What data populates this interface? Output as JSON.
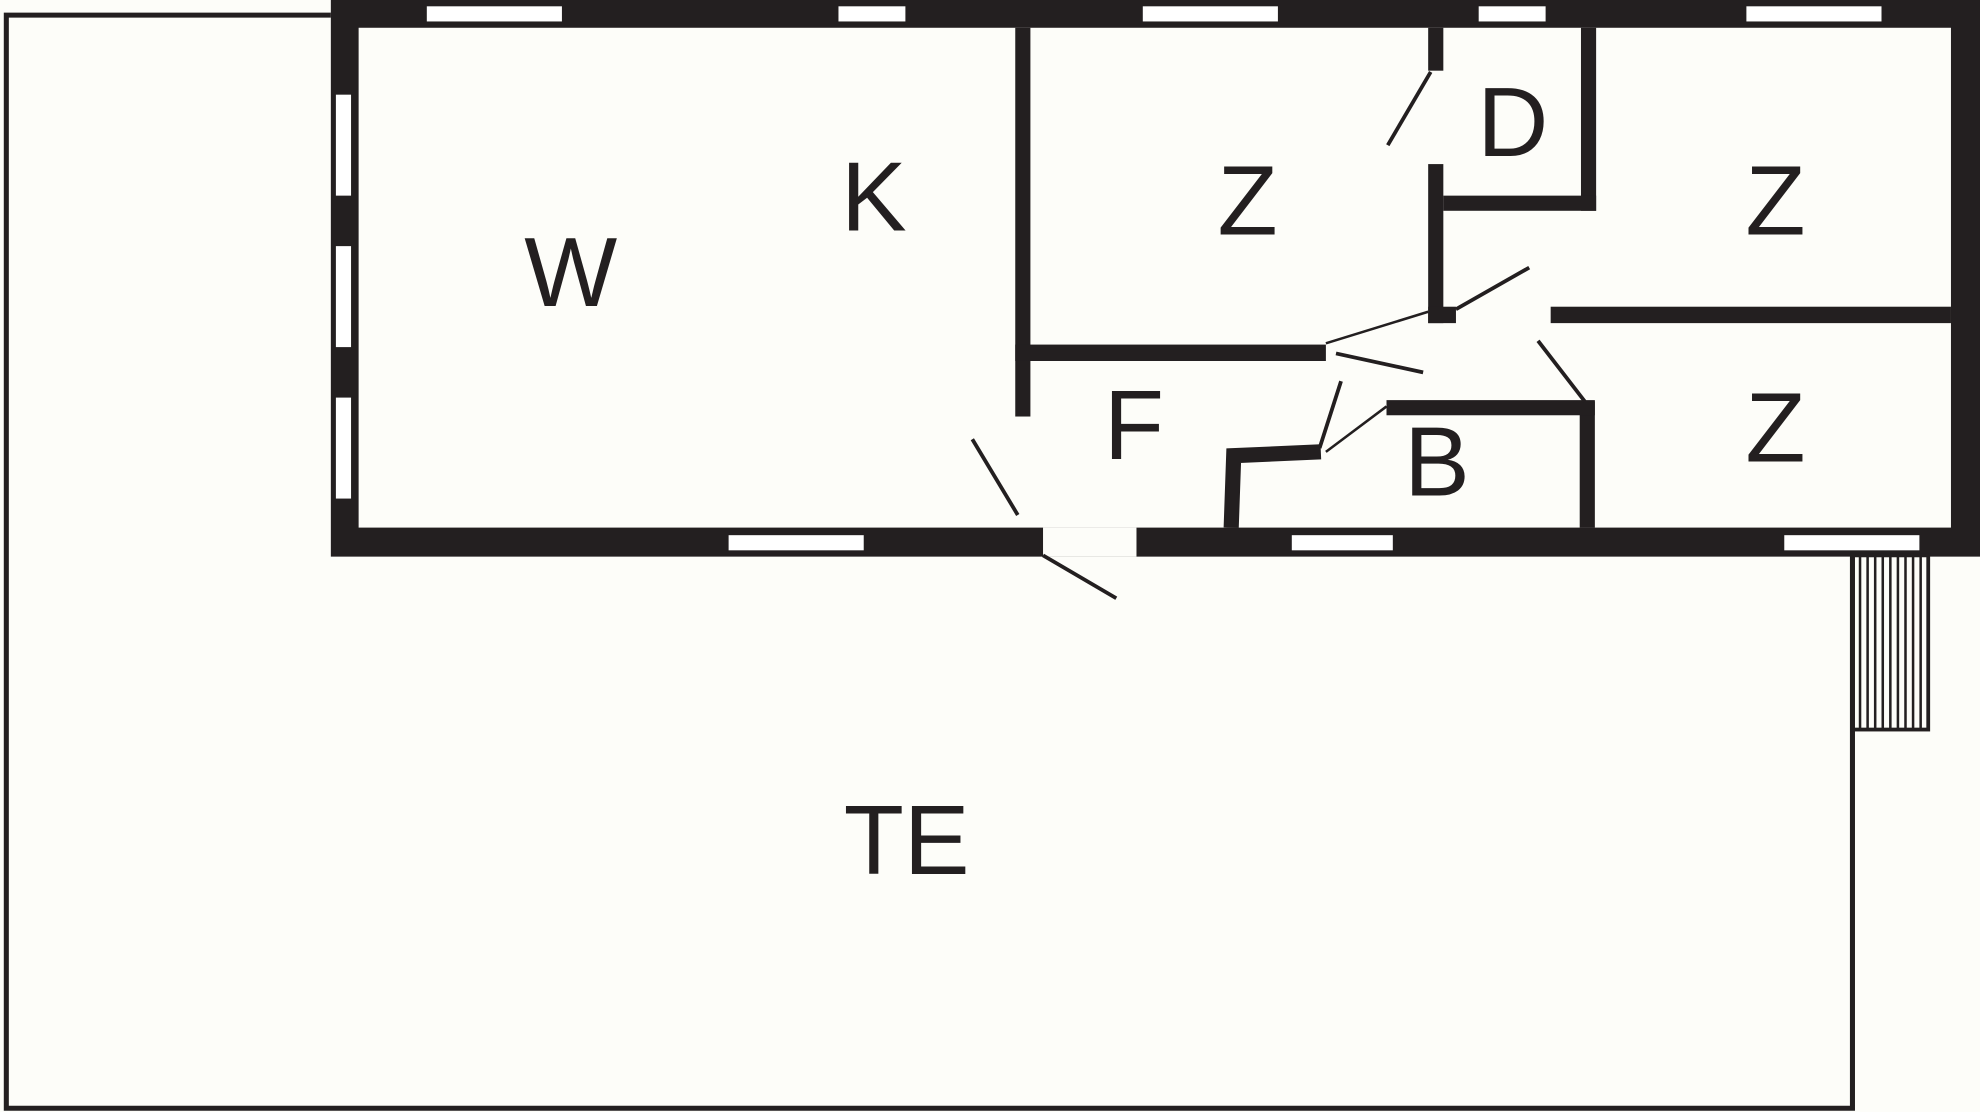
{
  "colors": {
    "wall": "#231f20",
    "background": "#fdfdf9"
  },
  "rooms": {
    "living": "W",
    "kitchen": "K",
    "bedroom_1": "Z",
    "storage": "D",
    "bedroom_2": "Z",
    "hall": "F",
    "bathroom": "B",
    "bedroom_3": "Z",
    "terrace": "TE"
  }
}
